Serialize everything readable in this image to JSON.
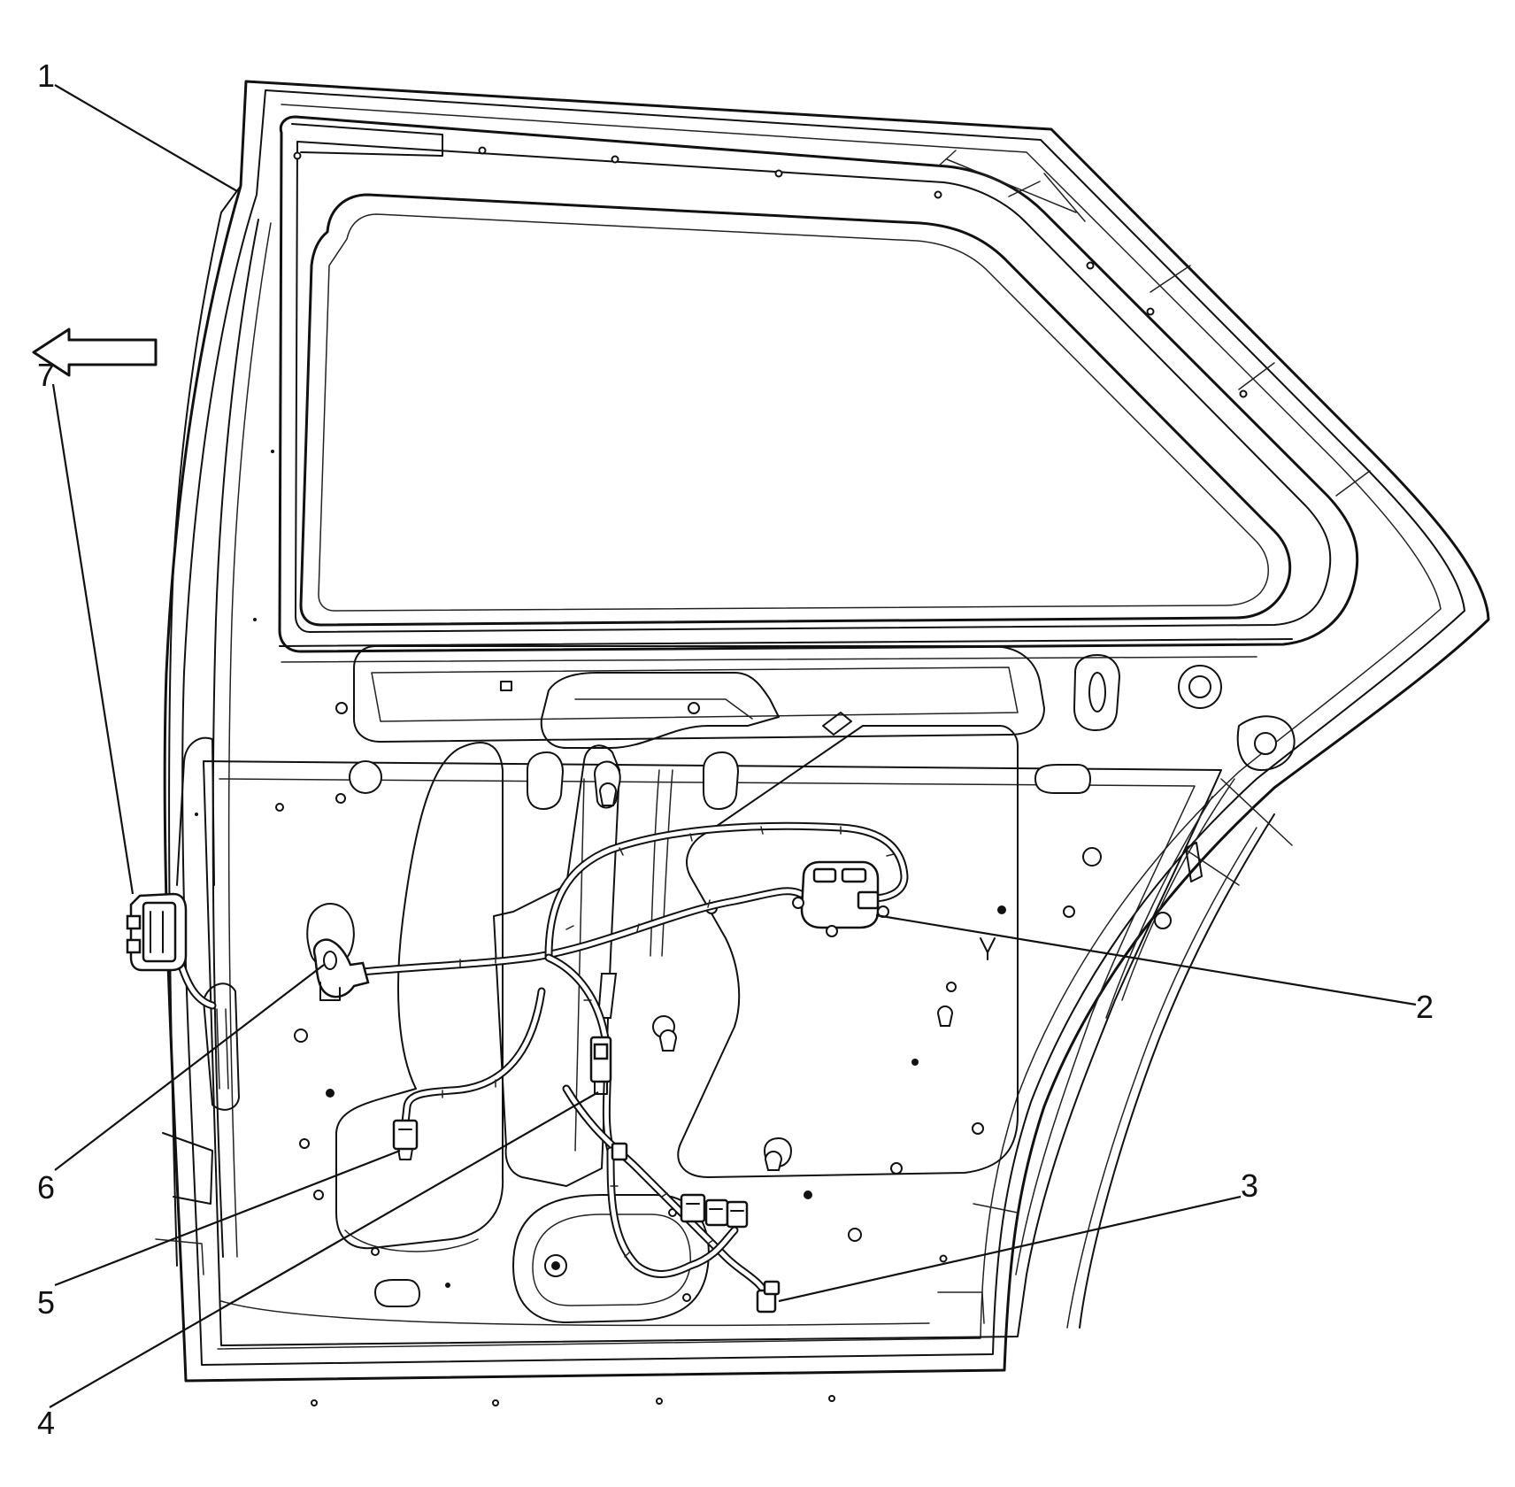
{
  "callouts": [
    {
      "id": "1",
      "label": "1"
    },
    {
      "id": "2",
      "label": "2"
    },
    {
      "id": "3",
      "label": "3"
    },
    {
      "id": "4",
      "label": "4"
    },
    {
      "id": "5",
      "label": "5"
    },
    {
      "id": "6",
      "label": "6"
    },
    {
      "id": "7",
      "label": "7"
    }
  ],
  "icons": {
    "direction": "left-arrow-icon"
  },
  "colors": {
    "line": "#111111",
    "background": "#ffffff"
  }
}
